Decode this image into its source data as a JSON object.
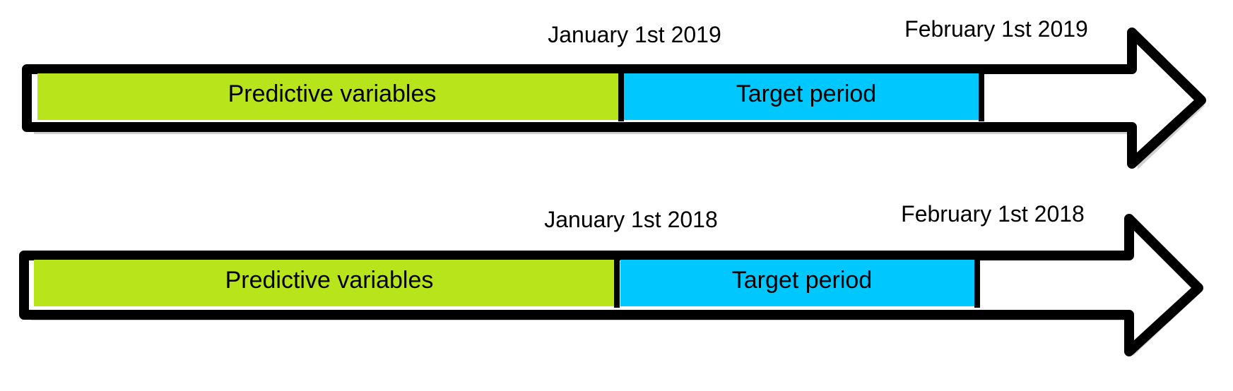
{
  "colors": {
    "predictive": "#b8e41c",
    "target": "#00c8ff",
    "remainder": "#ffffff",
    "outline": "#000000",
    "shadow": "#c8c8c8"
  },
  "timelines": [
    {
      "predictive_label": "Predictive variables",
      "target_label": "Target period",
      "start_date": "January 1st 2019",
      "end_date": "February 1st 2019"
    },
    {
      "predictive_label": "Predictive variables",
      "target_label": "Target period",
      "start_date": "January 1st 2018",
      "end_date": "February  1st 2018"
    }
  ]
}
